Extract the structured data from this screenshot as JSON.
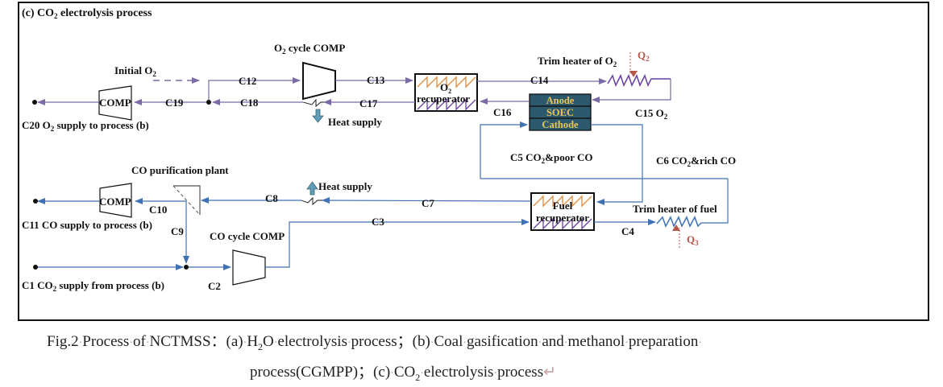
{
  "figure": {
    "panel_title_prefix": "(c) CO",
    "panel_title_sub": "2",
    "panel_title_suffix": " electrolysis process",
    "colors": {
      "o2_stream": "#7b6aa6",
      "fuel_stream": "#3f72b4",
      "soec_fill": "#2c5a6c",
      "soec_text": "#e8c65a",
      "recup_hot": "#e08a3c",
      "recup_cold": "#6a3fa0",
      "heat_arrow": "#5f9db8",
      "q_arrow": "#b5574a"
    }
  },
  "components": {
    "o2_cycle_comp": "O2 cycle COMP",
    "o2_recuperator": {
      "line1": "O2",
      "line2": "recuperator"
    },
    "trim_heater_o2": "Trim heater of O2",
    "soec": {
      "anode": "Anode",
      "core": "SOEC",
      "cathode": "Cathode"
    },
    "comp_o2": "COMP",
    "comp_co": "COMP",
    "co_purification_plant": "CO purification plant",
    "co_cycle_comp": "CO cycle COMP",
    "fuel_recuperator": {
      "line1": "Fuel",
      "line2": "recuperator"
    },
    "trim_heater_fuel": "Trim heater of fuel",
    "heat_supply_1": "Heat supply",
    "heat_supply_2": "Heat supply",
    "q2": "Q2",
    "q3": "Q3",
    "initial_o2": "Initial O2"
  },
  "streams": {
    "c1": "C1 CO2  supply from process (b)",
    "c2": "C2",
    "c3": "C3",
    "c4": "C4",
    "c5": "C5 CO2&poor CO",
    "c6": "C6 CO2&rich CO",
    "c7": "C7",
    "c8": "C8",
    "c9": "C9",
    "c10": "C10",
    "c11": "C11 CO  supply to process (b)",
    "c12": "C12",
    "c13": "C13",
    "c14": "C14",
    "c15": "C15 O2",
    "c16": "C16",
    "c17": "C17",
    "c18": "C18",
    "c19": "C19",
    "c20": "C20 O2 supply to process (b)"
  },
  "caption": {
    "line1_a": "Fig.2",
    "line1_b": "Process",
    "line1_c": "of",
    "line1_d": "NCTMSS：(a)",
    "line1_e": "H",
    "line1_f": "2",
    "line1_g": "O",
    "line1_h": "electrolysis",
    "line1_i": "process；(b)",
    "line1_j": "Coal",
    "line1_k": "gasification",
    "line1_l": "and",
    "line1_m": "methanol",
    "line1_n": "preparation",
    "line2_a": "process(CGMPP)；(c)",
    "line2_b": "CO",
    "line2_c": "2",
    "line2_d": "electrolysis",
    "line2_e": "process"
  }
}
